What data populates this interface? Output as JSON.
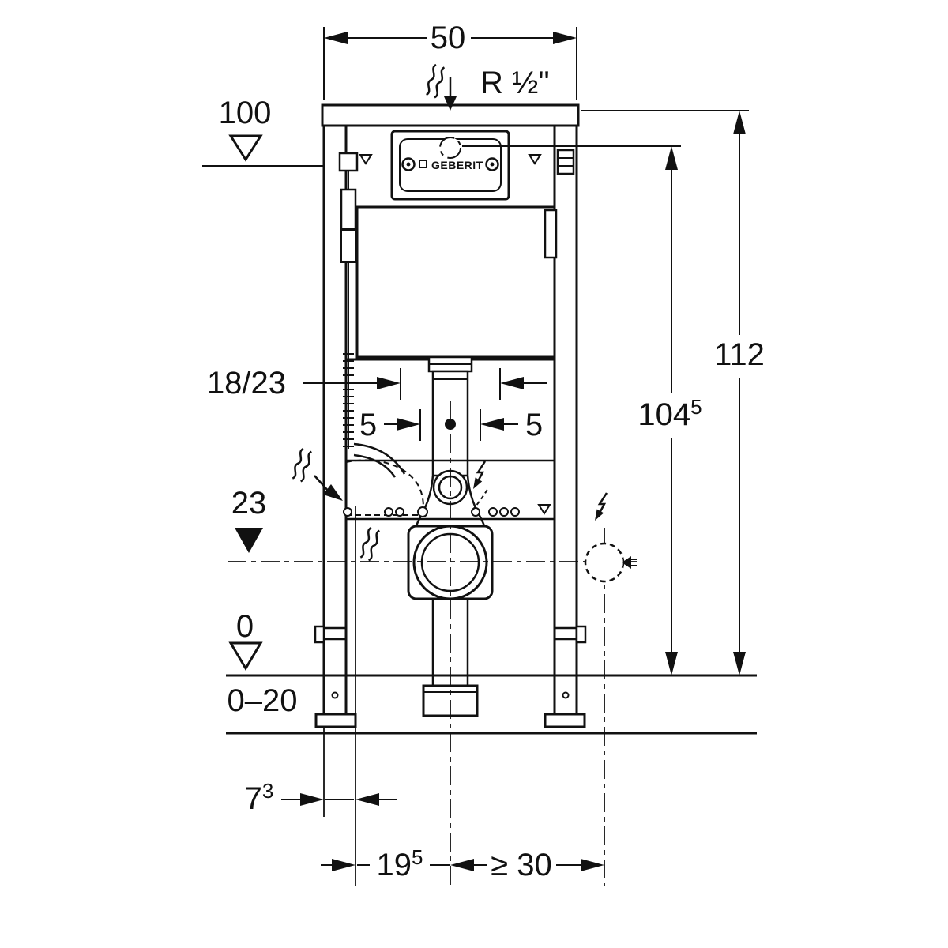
{
  "drawing": {
    "type": "technical-installation-diagram",
    "product": "wall mounted cistern installation frame",
    "brand": "GEBERIT",
    "colors": {
      "ink": "#111111",
      "background": "#ffffff"
    }
  },
  "labels": {
    "width_top": "50",
    "supply_thread": "R ½\"",
    "level_100": "100",
    "bend_sizes": "18/23",
    "offset_left": "5",
    "offset_right": "5",
    "level_23": "23",
    "level_0": "0",
    "floor_range": "0–20",
    "total_height": "112",
    "actuator_height_base": "104",
    "actuator_height_sup": "5",
    "front_offset_base": "7",
    "front_offset_sup": "3",
    "drain_offset_base": "19",
    "drain_offset_sup": "5",
    "mains_distance": "≥ 30"
  }
}
